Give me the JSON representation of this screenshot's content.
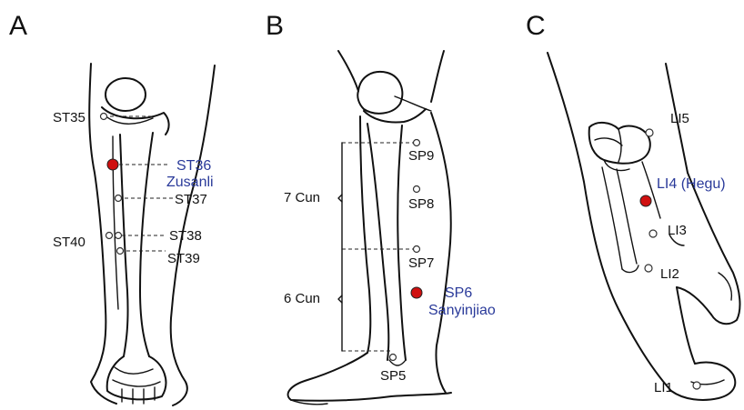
{
  "panels": {
    "a": {
      "letter": "A",
      "points": [
        {
          "label": "ST35"
        },
        {
          "label": "ST36",
          "name": "Zusanli"
        },
        {
          "label": "ST37"
        },
        {
          "label": "ST38"
        },
        {
          "label": "ST39"
        },
        {
          "label": "ST40"
        }
      ]
    },
    "b": {
      "letter": "B",
      "points": [
        {
          "label": "SP9"
        },
        {
          "label": "SP8"
        },
        {
          "label": "SP7"
        },
        {
          "label": "SP6",
          "name": "Sanyinjiao"
        },
        {
          "label": "SP5"
        }
      ],
      "measures": [
        "7 Cun",
        "6 Cun"
      ]
    },
    "c": {
      "letter": "C",
      "points": [
        {
          "label": "LI5"
        },
        {
          "label": "LI4 (Hegu)"
        },
        {
          "label": "LI3"
        },
        {
          "label": "LI2"
        },
        {
          "label": "LI1"
        }
      ]
    }
  },
  "colors": {
    "highlight_text": "#2a3a9a",
    "highlight_point": "#d01010",
    "outline": "#111111"
  }
}
